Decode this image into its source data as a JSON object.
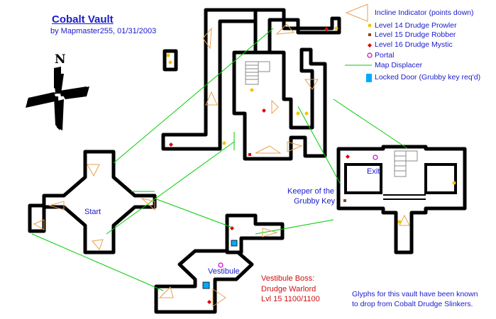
{
  "title": "Cobalt Vault",
  "byline": "by Mapmaster255, 01/31/2003",
  "compass_letter": "N",
  "legend": {
    "incline": "Incline Indicator (points down)",
    "prowler": "Level 14 Drudge Prowler",
    "robber": "Level 15 Drudge Robber",
    "mystic": "Level 16 Drudge Mystic",
    "portal": "Portal",
    "displacer": "Map Displacer",
    "locked": "Locked Door (Grubby key req'd)"
  },
  "labels": {
    "start": "Start",
    "exit": "Exit",
    "vestibule": "Vestibule",
    "keeper_line1": "Keeper of the",
    "keeper_line2": "Grubby Key",
    "boss_line1": "Vestibule Boss:",
    "boss_line2": "Drudge Warlord",
    "boss_line3": "Lvl 15 1100/1100",
    "glyphs_line1": "Glyphs for this vault have been known",
    "glyphs_line2": "to drop from Cobalt Drudge Slinkers."
  },
  "colors": {
    "wall": "#000000",
    "floor": "#ffffff",
    "incline": "#e8a050",
    "prowler": "#f5c400",
    "robber": "#8b4513",
    "mystic": "#dd0000",
    "portal": "#cc00cc",
    "displacer": "#00cc00",
    "locked": "#00aaff",
    "text_blue": "#1a1acc",
    "text_red": "#cc1111"
  }
}
